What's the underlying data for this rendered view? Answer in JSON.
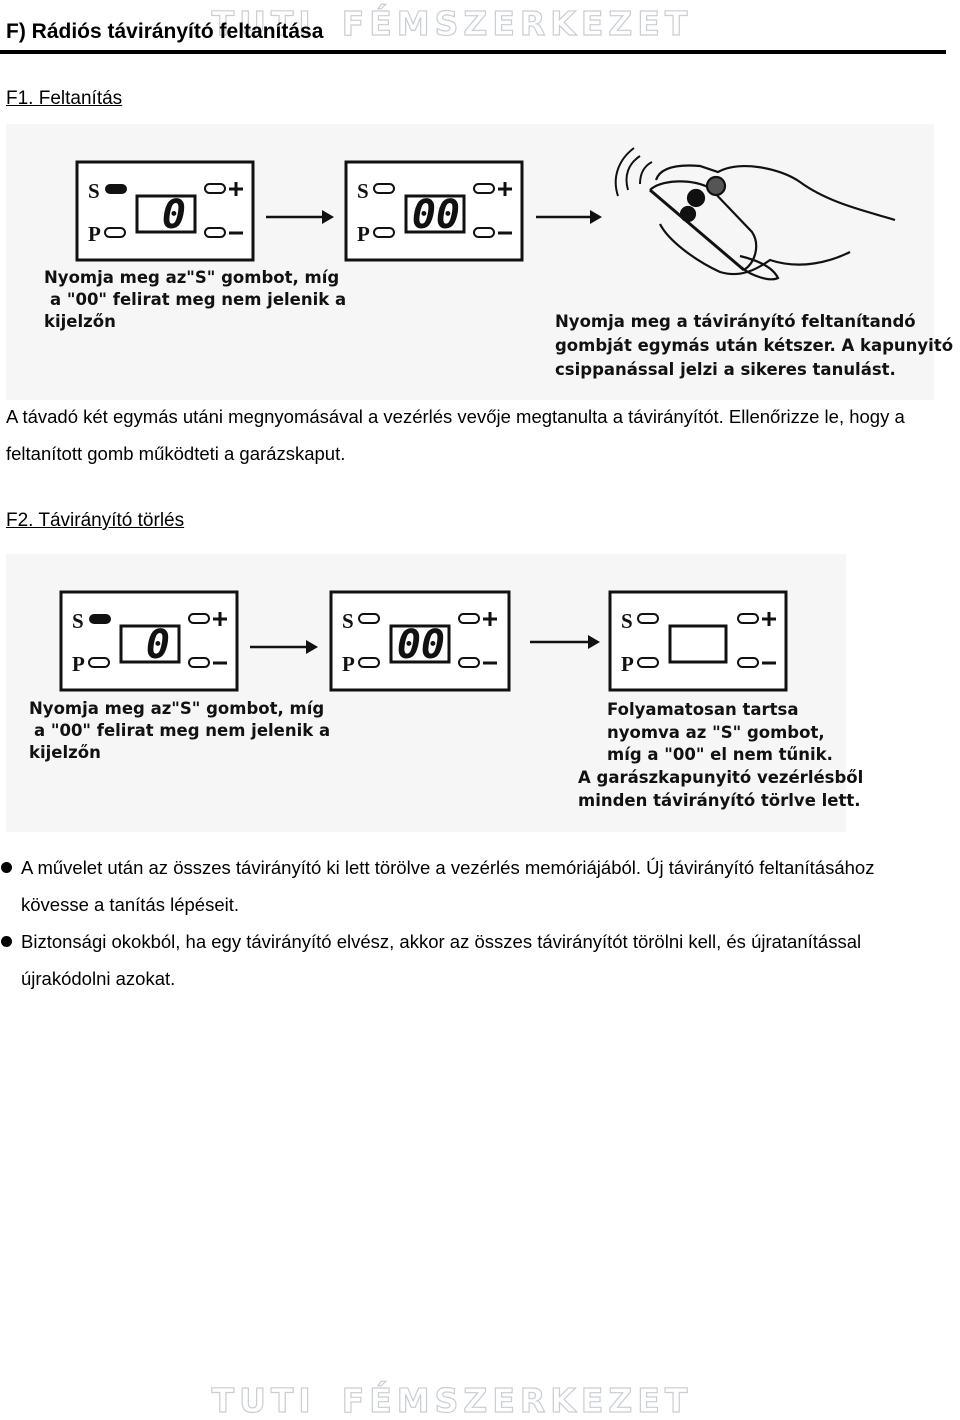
{
  "header": {
    "title": "F) Rádiós távirányító feltanítása",
    "watermark_left": "TUTI",
    "watermark_right": "FÉMSZERKEZET"
  },
  "section1": {
    "title": "F1. Feltanítás",
    "panel1": {
      "s_label": "S",
      "p_label": "P",
      "display": "0"
    },
    "panel2": {
      "s_label": "S",
      "p_label": "P",
      "display": "00"
    },
    "caption_left": [
      "Nyomja meg az\"S\" gombot, míg",
      "a \"00\" felirat meg nem jelenik a",
      "kijelzőn"
    ],
    "caption_right": [
      "Nyomja meg a távirányító feltanítandó",
      "gombját egymás után kétszer. A kapunyitó",
      "csippanással jelzi a sikeres tanulást."
    ],
    "paragraph": "A távadó két egymás utáni megnyomásával a vezérlés vevője megtanulta a távirányítót. Ellenőrizze le, hogy a feltanított gomb működteti a garázskaput."
  },
  "section2": {
    "title": "F2. Távirányító törlés",
    "panel1": {
      "s_label": "S",
      "p_label": "P",
      "display": "0"
    },
    "panel2": {
      "s_label": "S",
      "p_label": "P",
      "display": "00"
    },
    "panel3": {
      "s_label": "S",
      "p_label": "P",
      "display": ""
    },
    "caption_left": [
      "Nyomja meg az\"S\" gombot, míg",
      "a \"00\" felirat meg nem jelenik a",
      "kijelzőn"
    ],
    "caption_right": [
      "Folyamatosan tartsa",
      "nyomva az \"S\" gombot,",
      "míg a \"00\" el nem tűnik.",
      "A garászkapunyitó vezérlésből",
      "minden távirányító törlve lett."
    ]
  },
  "bullets": [
    "A művelet után az összes távirányító ki lett törölve a vezérlés memóriájából. Új távirányító feltanításához kövesse a tanítás lépéseit.",
    "Biztonsági okokból, ha egy távirányító elvész, akkor az összes távirányítót törölni kell, és újratanítással újrakódolni azokat."
  ]
}
